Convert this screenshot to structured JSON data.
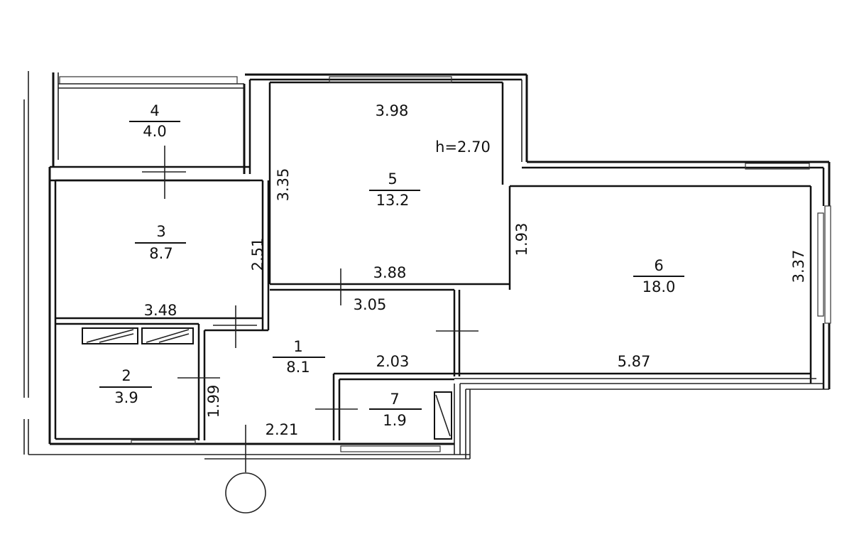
{
  "plan": {
    "height_label": "h=2.70",
    "rooms": [
      {
        "id": "room-1",
        "number": "1",
        "area": "8.1"
      },
      {
        "id": "room-2",
        "number": "2",
        "area": "3.9"
      },
      {
        "id": "room-3",
        "number": "3",
        "area": "8.7"
      },
      {
        "id": "room-4",
        "number": "4",
        "area": "4.0"
      },
      {
        "id": "room-5",
        "number": "5",
        "area": "13.2"
      },
      {
        "id": "room-6",
        "number": "6",
        "area": "18.0"
      },
      {
        "id": "room-7",
        "number": "7",
        "area": "1.9"
      }
    ],
    "dimensions": {
      "room5_width": "3.98",
      "room5_height": "3.35",
      "room5_bottom": "3.88",
      "room3_height": "2.51",
      "room3_width": "3.48",
      "room1_top": "3.05",
      "room1_right": "2.03",
      "room1_bottom": "2.21",
      "room2_height": "1.99",
      "room6_left": "1.93",
      "room6_height": "3.37",
      "room6_width": "5.87"
    }
  }
}
